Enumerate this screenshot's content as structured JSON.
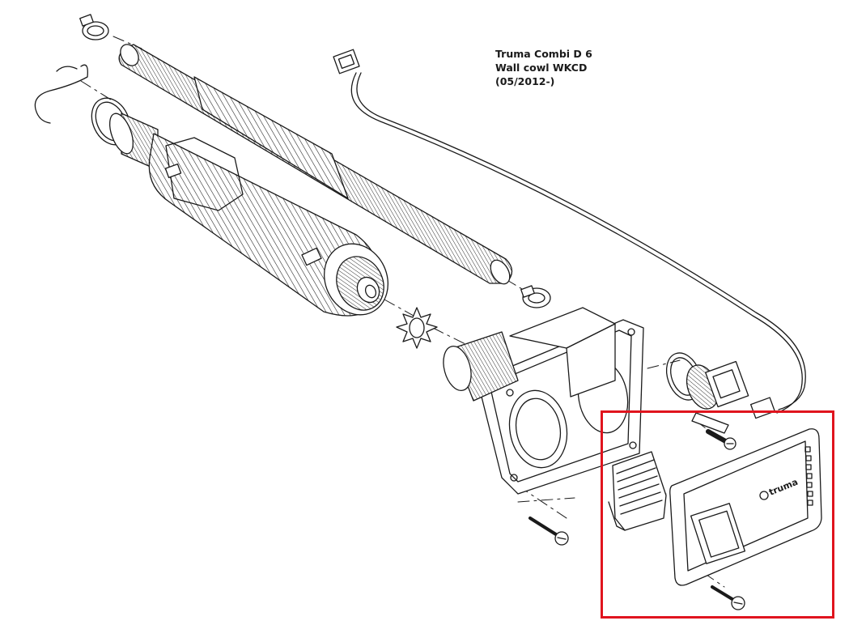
{
  "title": {
    "line1": "Truma Combi D 6",
    "line2": "Wall cowl WKCD",
    "line3": "(05/2012-)"
  },
  "logo_text": "truma",
  "colors": {
    "line": "#1a1a1a",
    "highlight": "#e0141e",
    "background": "#ffffff"
  }
}
